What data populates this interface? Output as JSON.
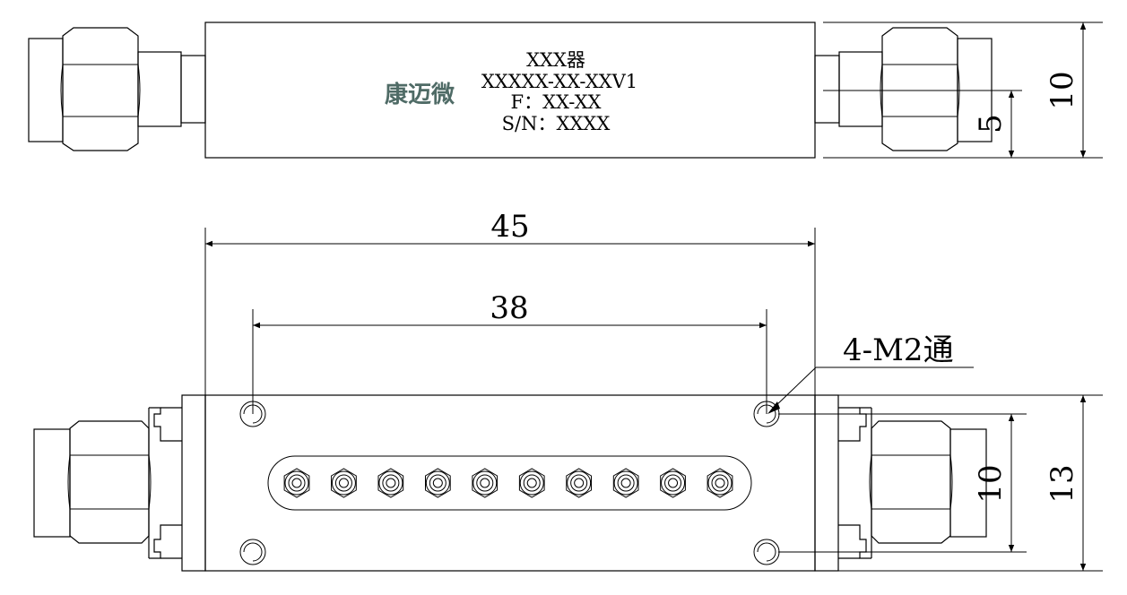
{
  "top_view": {
    "brand_logo": "康迈微",
    "label_lines": [
      "XXX器",
      "XXXXX-XX-XXV1",
      "F：XX-XX",
      "S/N：XXXX"
    ],
    "dim_height": "10",
    "dim_center": "5"
  },
  "bottom_view": {
    "dim_length": "45",
    "dim_hole_spacing": "38",
    "hole_callout": "4-M2通",
    "dim_hole_vertical": "10",
    "dim_height": "13",
    "tuning_screw_count": 10
  },
  "colors": {
    "line": "#000000",
    "brand": "#4f6b66",
    "background": "#ffffff"
  }
}
